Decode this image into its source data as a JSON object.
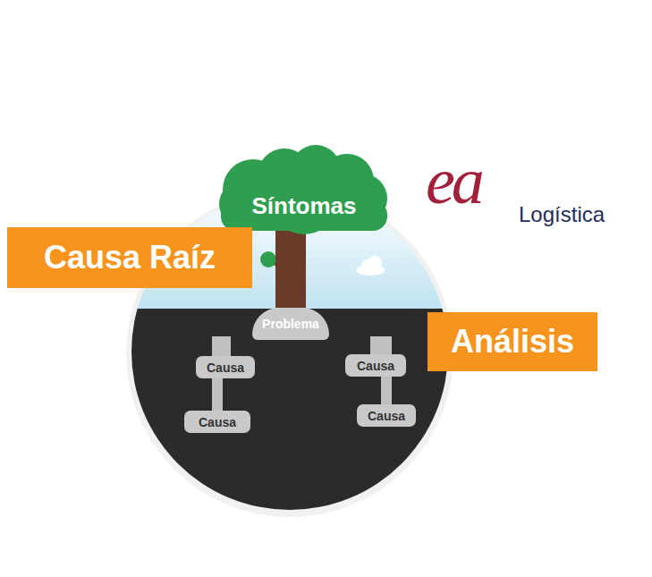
{
  "diagram": {
    "nodes": [
      {
        "text": [
          "Síntomas"
        ]
      },
      {
        "text": [
          "Causa Raíz"
        ]
      },
      {
        "text": [
          "Problema"
        ]
      },
      {
        "text": [
          "Análisis"
        ]
      },
      {
        "text": [
          "Causa"
        ]
      },
      {
        "text": [
          "Causa"
        ]
      },
      {
        "text": [
          "Causa"
        ]
      },
      {
        "text": [
          "Causa"
        ]
      }
    ],
    "edges": [
      {
        "from": 0,
        "to": 2,
        "arrow": "none"
      },
      {
        "from": 2,
        "to": 4,
        "arrow": "none"
      },
      {
        "from": 2,
        "to": 5,
        "arrow": "none"
      },
      {
        "from": 2,
        "to": 6,
        "arrow": "none"
      },
      {
        "from": 2,
        "to": 7,
        "arrow": "none"
      }
    ],
    "labels": [
      "ea",
      "Logística"
    ]
  }
}
